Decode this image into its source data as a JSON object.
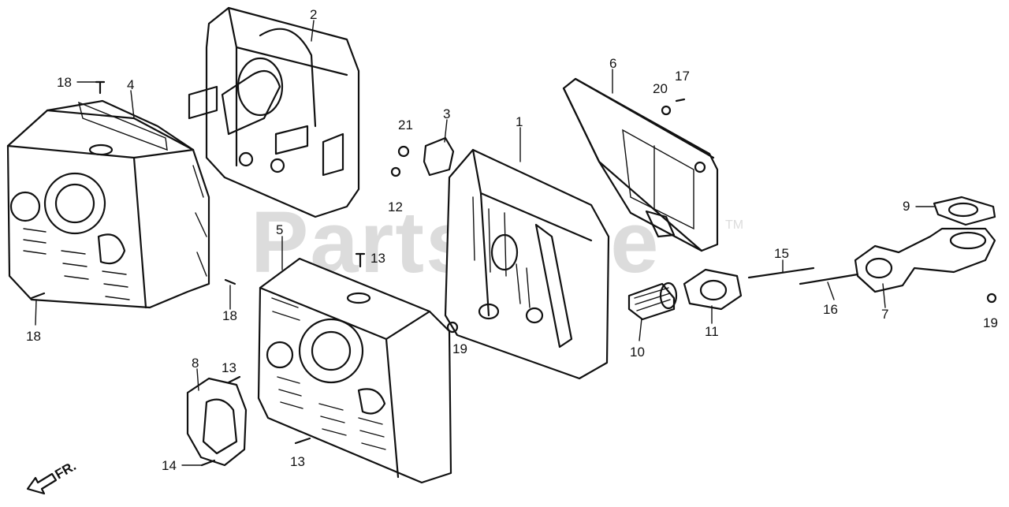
{
  "watermark": {
    "text": "PartsTree",
    "trademark": "TM"
  },
  "direction_label": "FR.",
  "callouts": {
    "p1": "1",
    "p2": "2",
    "p3": "3",
    "p4": "4",
    "p5": "5",
    "p6": "6",
    "p7": "7",
    "p8": "8",
    "p9": "9",
    "p10": "10",
    "p11": "11",
    "p12": "12",
    "p13a": "13",
    "p13b": "13",
    "p13c": "13",
    "p14": "14",
    "p15": "15",
    "p16": "16",
    "p17": "17",
    "p18a": "18",
    "p18b": "18",
    "p18c": "18",
    "p19a": "19",
    "p19b": "19",
    "p20": "20",
    "p21": "21"
  }
}
